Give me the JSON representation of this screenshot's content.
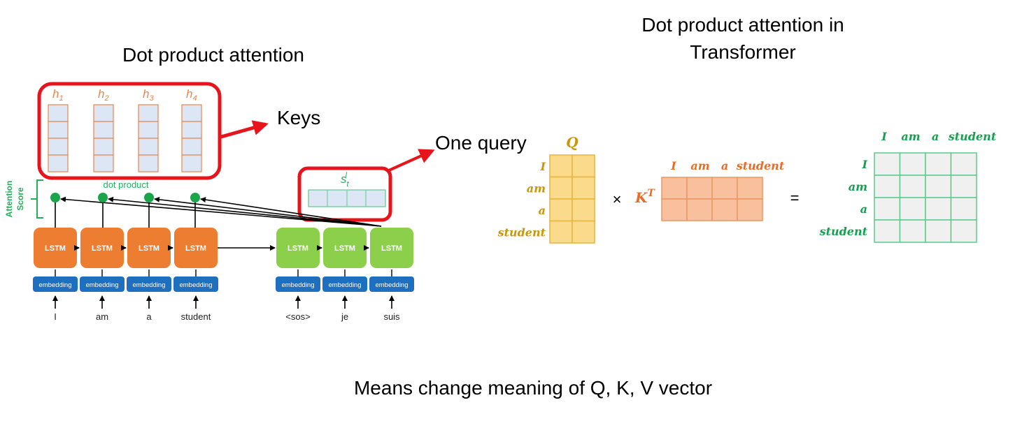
{
  "left_title": "Dot product attention",
  "right_title_line1": "Dot product attention in",
  "right_title_line2": "Transformer",
  "bottom_caption": "Means change meaning of Q, K, V vector",
  "keys_label": "Keys",
  "one_query_label": "One query",
  "attention_score_label_1": "Attention",
  "attention_score_label_2": "Score",
  "dot_product_label": "dot product",
  "hidden_states": [
    "h1",
    "h2",
    "h3",
    "h4"
  ],
  "decoder_state_label": "s",
  "decoder_state_sub": "t",
  "decoder_state_sup": "I",
  "lstm_label": "LSTM",
  "embedding_label": "embedding",
  "encoder_words": [
    "I",
    "am",
    "a",
    "student"
  ],
  "decoder_words": [
    "<sos>",
    "je",
    "suis"
  ],
  "q_label": "Q",
  "kt_label": "K",
  "kt_sup": "T",
  "times_sign": "×",
  "equals_sign": "=",
  "row_tokens": [
    "I",
    "am",
    "a",
    "student"
  ],
  "col_tokens": [
    "I",
    "am",
    "a",
    "student"
  ],
  "colors": {
    "red": "#e8141c",
    "orange": "#ed7d31",
    "green_box": "#8ccf4a",
    "blue_embed": "#1f6fc0",
    "hidden_fill": "#dce6f4",
    "hidden_stroke": "#e8854c",
    "green_text": "#22b05a",
    "q_fill": "#fadb8c",
    "q_stroke": "#e8b43c",
    "q_text": "#c9960c",
    "k_fill": "#f8c09c",
    "k_stroke": "#ec9662",
    "k_text": "#e86c28",
    "score_fill": "#f0f0f0",
    "score_stroke": "#5ec98c",
    "score_text": "#18a050"
  }
}
